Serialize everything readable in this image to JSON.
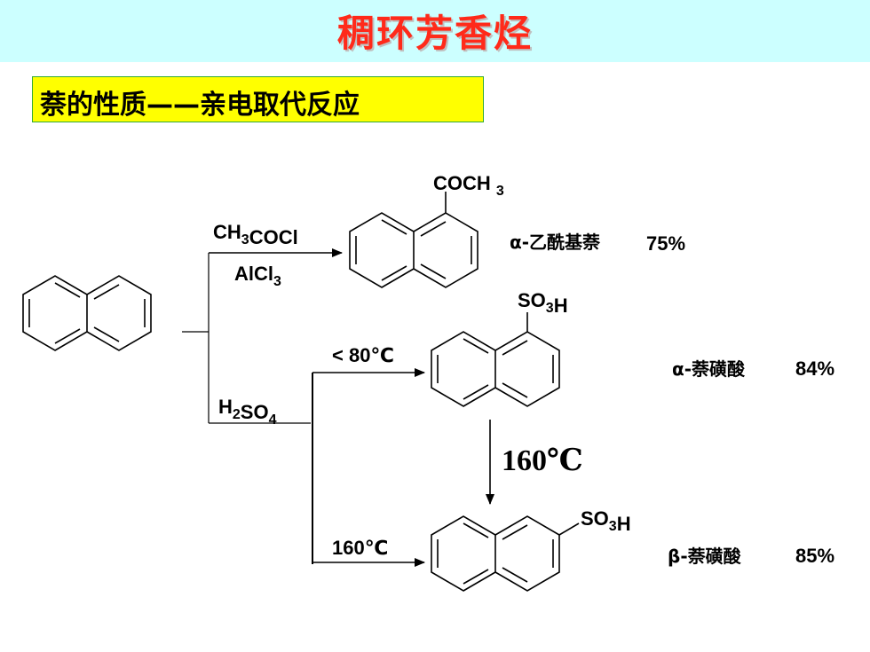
{
  "header": {
    "title": "稠环芳香烃"
  },
  "subtitle": "萘的性质——亲电取代反应",
  "reaction_1": {
    "reagent_top": "CH3COCl",
    "reagent_bottom": "AlCl3",
    "substituent": "COCH 3",
    "product_name": "α-乙酰基萘",
    "yield": "75%"
  },
  "reaction_2": {
    "reagent": "H2SO4",
    "condition_low": "< 80℃",
    "substituent_alpha": "SO3H",
    "product_alpha_name": "α-萘磺酸",
    "product_alpha_yield": "84%",
    "rearrangement_temp": "160℃",
    "condition_high": "160℃",
    "substituent_beta": "SO3H",
    "product_beta_name": "β-萘磺酸",
    "product_beta_yield": "85%"
  }
}
